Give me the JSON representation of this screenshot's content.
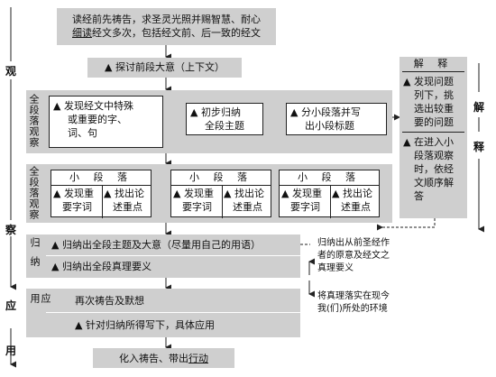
{
  "side_labels": {
    "guan": "观",
    "cha": "察",
    "ying": "应",
    "yong": "用",
    "jie": "解",
    "shi": "释"
  },
  "top_box": {
    "line1": "读经前先祷告，求圣灵光照并赐智慧、耐心",
    "line2_ul": "细读",
    "line2_rest": "经文多次，包括经文前、后一致的经文"
  },
  "context_box": "▲ 探讨前段大意（上下文）",
  "whole_section": {
    "label": "全段落观察",
    "find_words": {
      "l1": "▲ 发现经文中特殊",
      "l2": "或重要的字、",
      "l3": "词、句"
    },
    "initial_summary": {
      "l1": "▲ 初步归纳",
      "l2": "全段主题"
    },
    "divide": {
      "l1": "▲ 分小段落并写",
      "l2": "出小段标题"
    }
  },
  "sub_section": {
    "label": "全段落观察",
    "boxes": [
      {
        "header": "小 段 落",
        "left_l1": "▲ 发现重",
        "left_l2": "要字词",
        "right_l1": "▲ 找出论",
        "right_l2": "述重点"
      },
      {
        "header": "小 段 落",
        "left_l1": "▲ 发现重",
        "left_l2": "要字词",
        "right_l1": "▲ 找出论",
        "right_l2": "述重点"
      },
      {
        "header": "小 段 落",
        "left_l1": "▲ 发现重",
        "left_l2": "要字词",
        "right_l1": "▲ 找出论",
        "right_l2": "述重点"
      }
    ]
  },
  "interpretation": {
    "header": "解 释",
    "item1": {
      "l1": "▲ 发现问题",
      "l2": "列下，挑",
      "l3": "选出较重",
      "l4": "要的问题"
    },
    "item2": {
      "l1": "▲ 在进入小",
      "l2": "段落观察",
      "l3": "时，依经",
      "l4": "文顺序解",
      "l5": "答"
    }
  },
  "induction": {
    "label": "归纳",
    "row1": "▲ 归纳出全段主题及大意（尽量用自己的用语）",
    "row2": "▲ 归纳出全段真理要义",
    "note": {
      "l1": "归纳出从前圣经作",
      "l2": "者的原意及经文之",
      "l3": "真理要义"
    }
  },
  "application": {
    "label": "应用",
    "row1": "再次祷告及默想",
    "row2": "▲ 针对归纳所得写下，具体应用",
    "note": {
      "l1": "将真理落实在现今",
      "l2": "我(们)所处的环境"
    }
  },
  "bottom_box": {
    "text": "化入祷告、带出",
    "ul": "行动"
  }
}
